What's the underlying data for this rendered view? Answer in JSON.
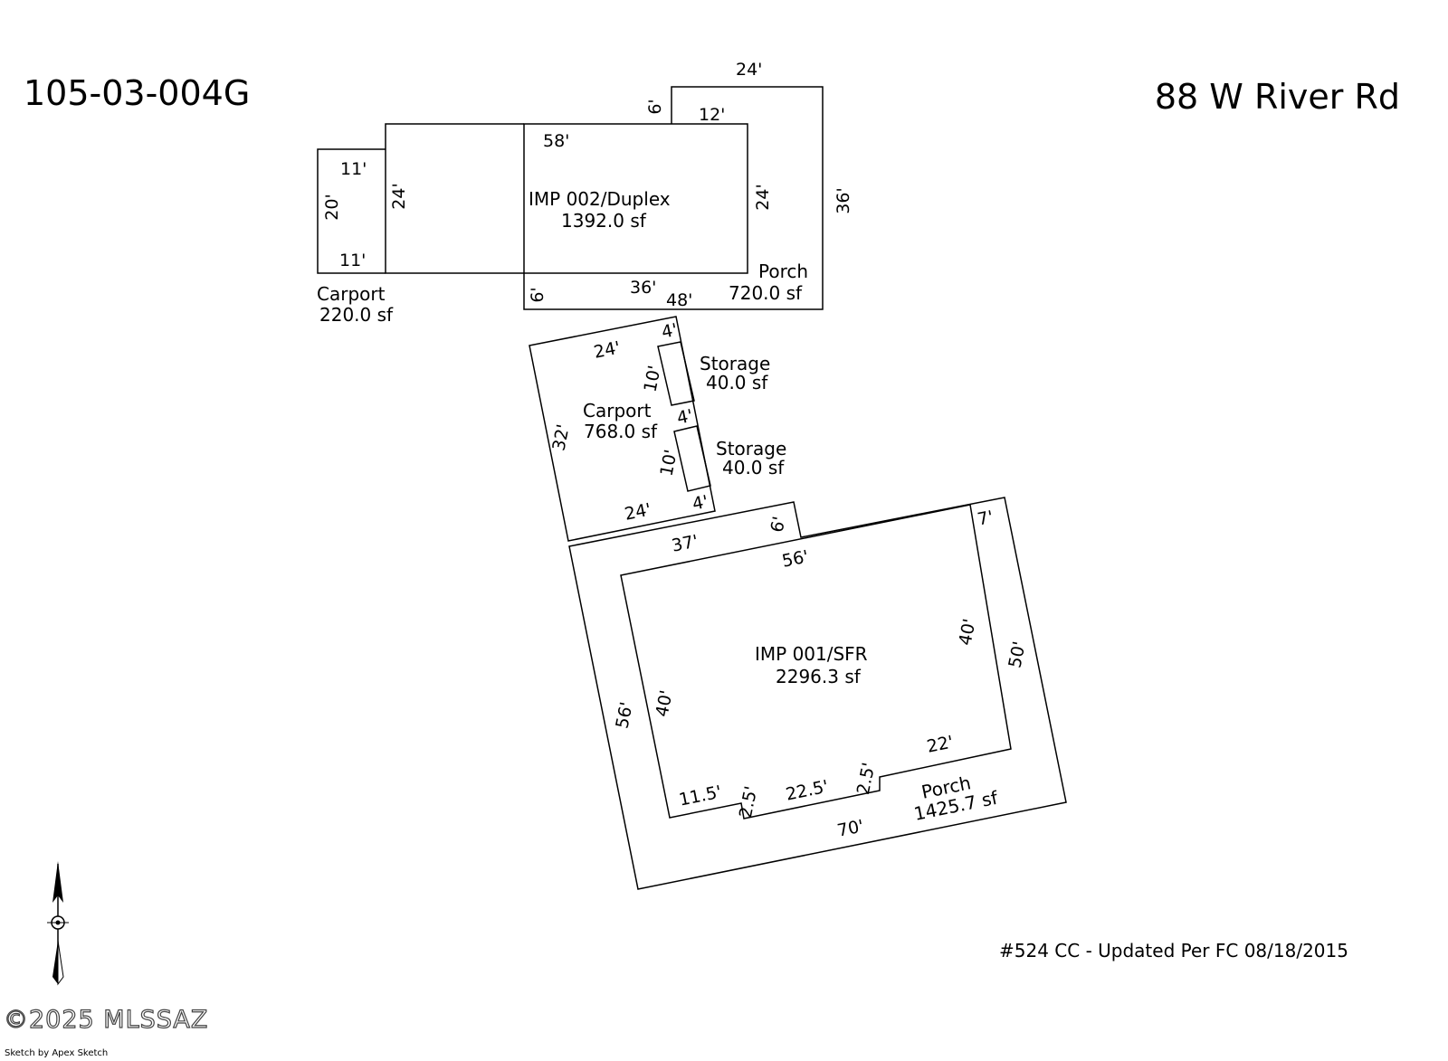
{
  "header": {
    "parcel_id": "105-03-004G",
    "address": "88 W River Rd"
  },
  "footer": {
    "update_note": "#524 CC - Updated Per FC 08/18/2015",
    "watermark": "©2025 MLSSAZ",
    "credit": "Sketch by Apex Sketch"
  },
  "areas": {
    "duplex": {
      "name": "IMP 002/Duplex",
      "area": "1392.0 sf"
    },
    "porch_top": {
      "name": "Porch",
      "area": "720.0 sf"
    },
    "carport_small": {
      "name": "Carport",
      "area": "220.0 sf"
    },
    "carport_large": {
      "name": "Carport",
      "area": "768.0 sf"
    },
    "storage_1": {
      "name": "Storage",
      "area": "40.0 sf"
    },
    "storage_2": {
      "name": "Storage",
      "area": "40.0 sf"
    },
    "sfr": {
      "name": "IMP 001/SFR",
      "area": "2296.3 sf"
    },
    "porch_bottom": {
      "name": "Porch",
      "area": "1425.7 sf"
    }
  },
  "dimensions": {
    "porch_top_width": "24'",
    "porch_top_step": "6'",
    "porch_top_inner": "12'",
    "duplex_top": "58'",
    "duplex_right": "24'",
    "porch_top_right": "36'",
    "duplex_left": "24'",
    "carport_small_top": "11'",
    "carport_small_side": "20'",
    "carport_small_bottom": "11'",
    "porch_top_bottom_step": "6'",
    "duplex_bottom": "36'",
    "porch_top_bottom": "48'",
    "carport_large_top": "24'",
    "storage_1_top": "4'",
    "storage_1_side": "10'",
    "storage_1_bottom": "4'",
    "carport_large_side": "32'",
    "storage_2_side": "10'",
    "storage_2_bottom": "4'",
    "carport_large_bottom": "24'",
    "porch_bottom_top_left": "37'",
    "porch_bottom_step": "6'",
    "sfr_top": "56'",
    "porch_bottom_right_top": "7'",
    "sfr_right": "40'",
    "porch_bottom_right": "50'",
    "porch_bottom_left": "56'",
    "sfr_left": "40'",
    "sfr_bottom_right": "22'",
    "sfr_notch_2": "2.5'",
    "sfr_bottom_mid": "22.5'",
    "sfr_notch_1": "2.5'",
    "sfr_bottom_left": "11.5'",
    "porch_bottom_bottom": "70'"
  }
}
